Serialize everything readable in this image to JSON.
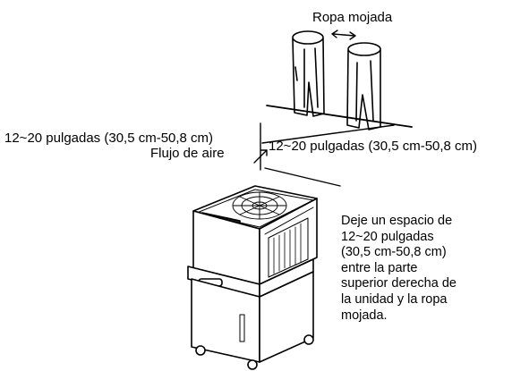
{
  "labels": {
    "wet_clothes": "Ropa mojada",
    "clearance_left": "12~20 pulgadas (30,5 cm-50,8 cm)",
    "clearance_right": "12~20 pulgadas (30,5 cm-50,8 cm)",
    "airflow": "Flujo de aire"
  },
  "note": {
    "lines": [
      "Deje un espacio de",
      "12~20 pulgadas",
      "(30,5 cm-50,8 cm)",
      "entre la parte",
      "superior derecha de",
      "la unidad y la ropa",
      "mojada."
    ]
  },
  "icons": [
    "double-arrow-icon",
    "airflow-arrow-icon",
    "dehumidifier-illustration",
    "hanging-clothes-illustration"
  ],
  "colors": {
    "line": "#000000",
    "background": "#ffffff"
  }
}
